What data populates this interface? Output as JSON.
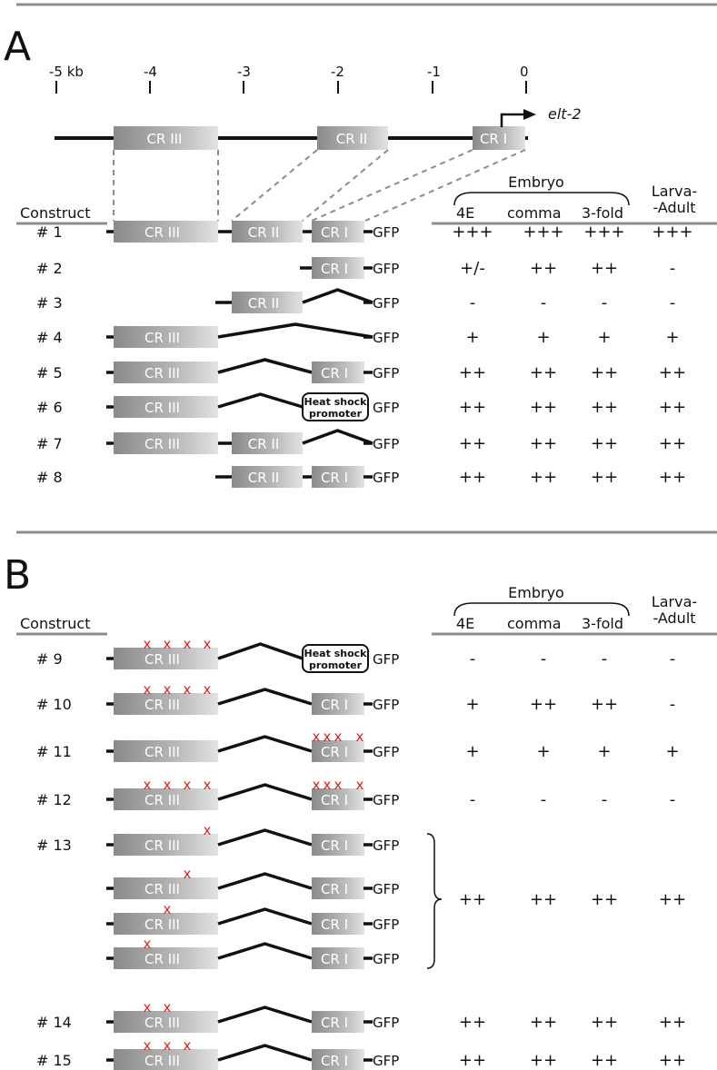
{
  "panelA": {
    "label": "A",
    "axis": {
      "ticks": [
        "-5 kb",
        "-4",
        "-3",
        "-2",
        "-1",
        "0"
      ]
    },
    "gene": "elt-2",
    "regions": [
      "CR III",
      "CR II",
      "CR I"
    ],
    "header": {
      "construct": "Construct",
      "embryo": "Embryo",
      "larva1": "Larva-",
      "larva2": "-Adult",
      "cols": [
        "4E",
        "comma",
        "3-fold"
      ]
    },
    "rows": [
      {
        "id": "# 1",
        "vals": [
          "+++",
          "+++",
          "+++",
          "+++"
        ]
      },
      {
        "id": "# 2",
        "vals": [
          "+/-",
          "++",
          "++",
          "-"
        ]
      },
      {
        "id": "# 3",
        "vals": [
          "-",
          "-",
          "-",
          "-"
        ]
      },
      {
        "id": "# 4",
        "vals": [
          "+",
          "+",
          "+",
          "+"
        ]
      },
      {
        "id": "# 5",
        "vals": [
          "++",
          "++",
          "++",
          "++"
        ]
      },
      {
        "id": "# 6",
        "vals": [
          "++",
          "++",
          "++",
          "++"
        ]
      },
      {
        "id": "# 7",
        "vals": [
          "++",
          "++",
          "++",
          "++"
        ]
      },
      {
        "id": "# 8",
        "vals": [
          "++",
          "++",
          "++",
          "++"
        ]
      }
    ]
  },
  "panelB": {
    "label": "B",
    "header": {
      "construct": "Construct",
      "embryo": "Embryo",
      "larva1": "Larva-",
      "larva2": "-Adult",
      "cols": [
        "4E",
        "comma",
        "3-fold"
      ]
    },
    "rows": [
      {
        "id": "# 9",
        "vals": [
          "-",
          "-",
          "-",
          "-"
        ]
      },
      {
        "id": "# 10",
        "vals": [
          "+",
          "++",
          "++",
          "-"
        ]
      },
      {
        "id": "# 11",
        "vals": [
          "+",
          "+",
          "+",
          "+"
        ]
      },
      {
        "id": "# 12",
        "vals": [
          "-",
          "-",
          "-",
          "-"
        ]
      },
      {
        "id": "# 13",
        "vals": [
          "++",
          "++",
          "++",
          "++"
        ]
      },
      {
        "id": "# 14",
        "vals": [
          "++",
          "++",
          "++",
          "++"
        ]
      },
      {
        "id": "# 15",
        "vals": [
          "++",
          "++",
          "++",
          "++"
        ]
      }
    ]
  },
  "labels": {
    "cr3": "CR III",
    "cr2": "CR II",
    "cr1": "CR I",
    "gfp": "GFP",
    "heat1": "Heat shock",
    "heat2": "promoter",
    "x": "x"
  },
  "colors": {
    "box_dark": "#8a8a8a",
    "box_light": "#dedede",
    "mutation": "#e02020",
    "rule": "#8c8c8c"
  }
}
